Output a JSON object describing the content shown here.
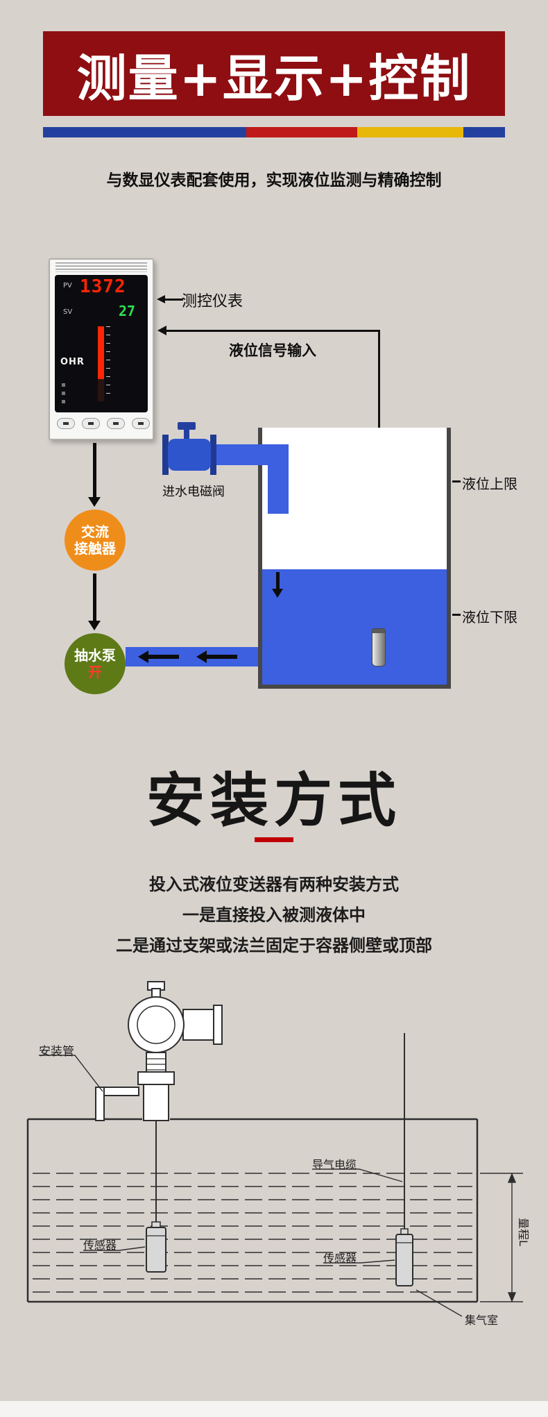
{
  "banner": {
    "title": "测量+显示+控制",
    "bg_color": "#8e0e12",
    "bar_colors": [
      "#23409f",
      "#c01919",
      "#e7b70a",
      "#23409f"
    ]
  },
  "tagline": "与数显仪表配套使用，实现液位监测与精确控制",
  "diagram1": {
    "meter": {
      "brand": "OHR",
      "pv_label": "PV",
      "pv_value": "1372",
      "sv_label": "SV",
      "sv_value": "27"
    },
    "labels": {
      "meter": "测控仪表",
      "signal_input": "液位信号输入",
      "inlet_valve": "进水电磁阀",
      "upper_limit": "液位上限",
      "lower_limit": "液位下限",
      "contactor_line1": "交流",
      "contactor_line2": "接触器",
      "pump": "抽水泵",
      "pump_state": "开"
    },
    "colors": {
      "water": "#3c60e0",
      "valve": "#2f55cd",
      "contactor": "#ef8d1a",
      "pump": "#5d7a17"
    }
  },
  "section2": {
    "heading": "安装方式",
    "accent_color": "#c00000",
    "lines": [
      "投入式液位变送器有两种安装方式",
      "一是直接投入被测液体中",
      "二是通过支架或法兰固定于容器侧壁或顶部"
    ]
  },
  "drawing": {
    "labels": {
      "mount_pipe": "安装管",
      "air_cable": "导气电缆",
      "sensor_left": "传感器",
      "sensor_right": "传感器",
      "gas_chamber": "集气室",
      "range": "量程L"
    }
  }
}
